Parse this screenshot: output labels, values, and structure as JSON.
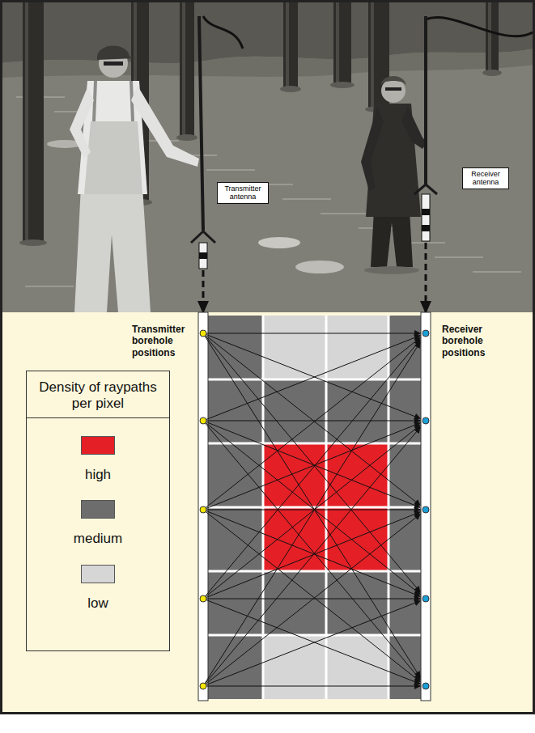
{
  "diagram": {
    "nodes": [
      {
        "text": [
          "Transmitter antenna"
        ]
      },
      {
        "text": [
          "Receiver antenna"
        ]
      }
    ],
    "labels": [
      "Transmitter borehole positions",
      "Receiver borehole positions",
      "Density of raypaths per pixel"
    ],
    "legend": [
      {
        "text": "high",
        "color": "#e41f26"
      },
      {
        "text": "medium",
        "color": "#6d6d6d"
      },
      {
        "text": "low",
        "color": "#d6d6d6"
      }
    ]
  }
}
